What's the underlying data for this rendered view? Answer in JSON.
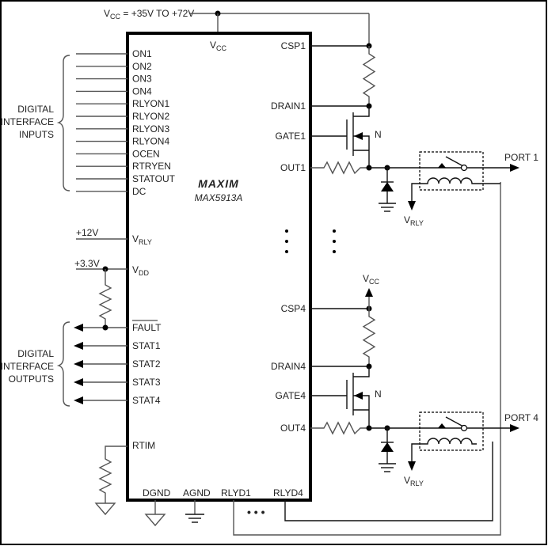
{
  "supply": {
    "vcc_label": "V",
    "vcc_sub": "CC",
    "vcc_range": " = +35V TO +72V"
  },
  "chip": {
    "brand": "MAXIM",
    "part": "MAX5913A",
    "vcc_pin": "V",
    "vcc_pin_sub": "CC",
    "left_inputs": [
      "ON1",
      "ON2",
      "ON3",
      "ON4",
      "RLYON1",
      "RLYON2",
      "RLYON3",
      "RLYON4",
      "OCEN",
      "RTRYEN",
      "STATOUT",
      "DC"
    ],
    "vrly_pin": "V",
    "vrly_pin_sub": "RLY",
    "vdd_pin": "V",
    "vdd_pin_sub": "DD",
    "left_outputs": [
      "FAULT",
      "STAT1",
      "STAT2",
      "STAT3",
      "STAT4"
    ],
    "rtim_pin": "RTIM",
    "bottom_pins": [
      "DGND",
      "AGND",
      "RLYD1",
      "RLYD4"
    ],
    "right_pins_ch1": [
      "CSP1",
      "DRAIN1",
      "GATE1",
      "OUT1"
    ],
    "right_pins_ch4": [
      "CSP4",
      "DRAIN4",
      "GATE4",
      "OUT4"
    ]
  },
  "groups": {
    "inputs": [
      "DIGITAL",
      "INTERFACE",
      "INPUTS"
    ],
    "outputs": [
      "DIGITAL",
      "INTERFACE",
      "OUTPUTS"
    ]
  },
  "rails": {
    "vrly_supply": "+12V",
    "vdd_supply": "+3.3V"
  },
  "channel": {
    "mosfet_type": "N",
    "vcc": "V",
    "vcc_sub": "CC",
    "vrly": "V",
    "vrly_sub": "RLY",
    "port1": "PORT 1",
    "port4": "PORT 4"
  },
  "ellipsis": "• • •"
}
